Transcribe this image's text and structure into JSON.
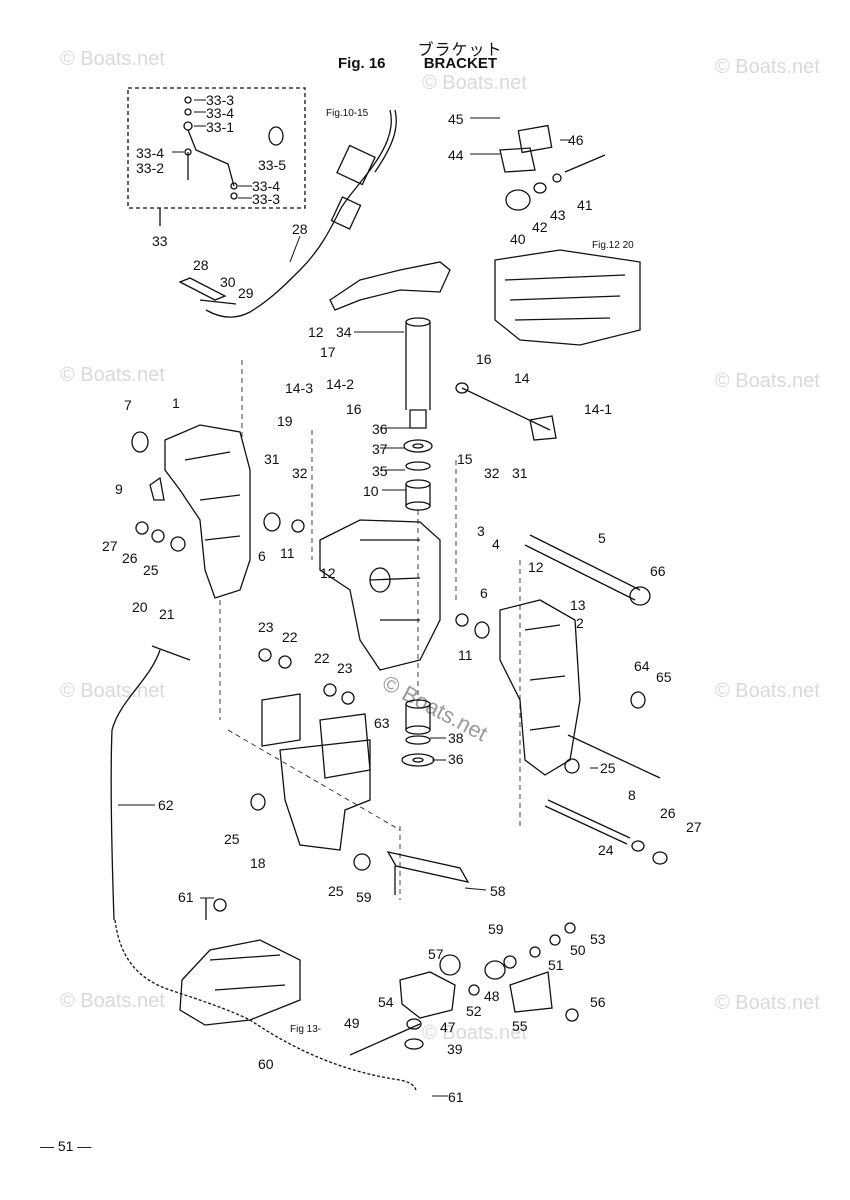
{
  "header": {
    "title_jp": "ブラケット",
    "fig_number": "Fig. 16",
    "title_en": "BRACKET"
  },
  "page_number": "51",
  "watermark": {
    "text": "© Boats.net",
    "center_text": "© Boats.net"
  },
  "references": [
    "Fig.10-15",
    "Fig.12 20",
    "Fig 13-"
  ],
  "part_labels": [
    "33-3",
    "33-4",
    "33-1",
    "33-4",
    "33-2",
    "33-5",
    "33-4",
    "33-3",
    "33",
    "28",
    "28",
    "30",
    "29",
    "45",
    "46",
    "44",
    "41",
    "43",
    "42",
    "40",
    "34",
    "12",
    "17",
    "14-3",
    "14-2",
    "14",
    "16",
    "14-1",
    "19",
    "16",
    "7",
    "1",
    "9",
    "31",
    "32",
    "36",
    "37",
    "35",
    "10",
    "15",
    "32",
    "31",
    "27",
    "26",
    "25",
    "6",
    "11",
    "12",
    "3",
    "4",
    "5",
    "66",
    "12",
    "13",
    "20",
    "21",
    "6",
    "11",
    "2",
    "23",
    "22",
    "22",
    "23",
    "63",
    "64",
    "65",
    "38",
    "36",
    "25",
    "8",
    "26",
    "27",
    "24",
    "62",
    "25",
    "18",
    "25",
    "59",
    "58",
    "59",
    "61",
    "57",
    "50",
    "53",
    "51",
    "54",
    "48",
    "52",
    "56",
    "49",
    "47",
    "55",
    "39",
    "60",
    "61"
  ]
}
